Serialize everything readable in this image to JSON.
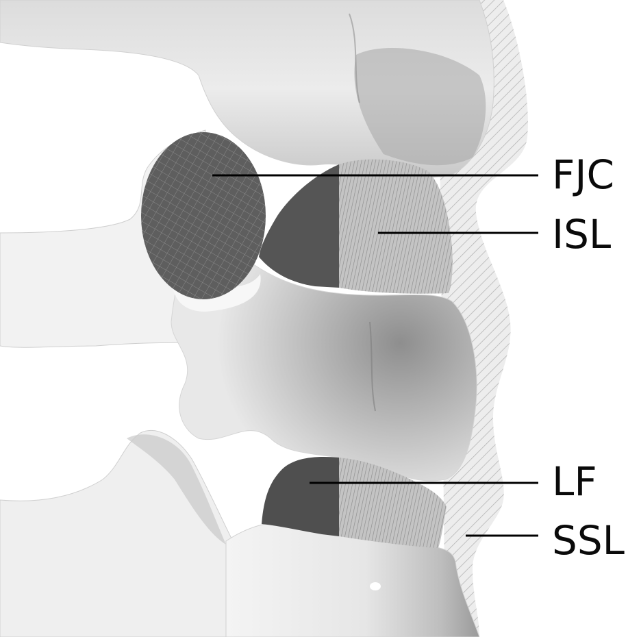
{
  "diagram": {
    "labels": {
      "fjc": "FJC",
      "isl": "ISL",
      "lf": "LF",
      "ssl": "SSL"
    }
  }
}
